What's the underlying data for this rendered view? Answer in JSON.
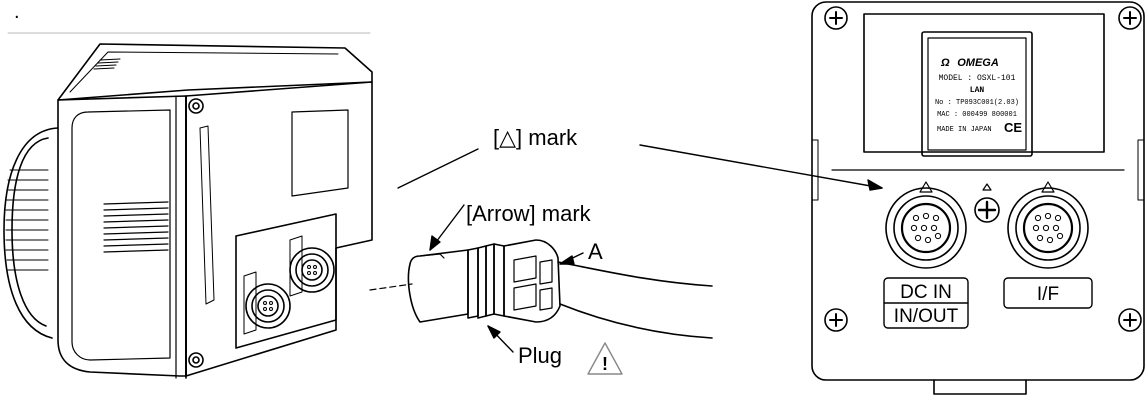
{
  "stray_mark": ".",
  "callouts": {
    "triangle_mark": "[△] mark",
    "arrow_mark": "[Arrow] mark",
    "a_label": "A",
    "plug": "Plug"
  },
  "warning_glyph": "!",
  "nameplate": {
    "brand": "OMEGA",
    "model": "MODEL : OSXL-101",
    "type": "LAN",
    "serial": "No : TP093C001(2.03)",
    "mac": "MAC : 000499 800001",
    "origin": "MADE IN JAPAN",
    "ce": "CE"
  },
  "ports": {
    "left_top": "DC IN",
    "left_bottom": "IN/OUT",
    "right": "I/F"
  }
}
